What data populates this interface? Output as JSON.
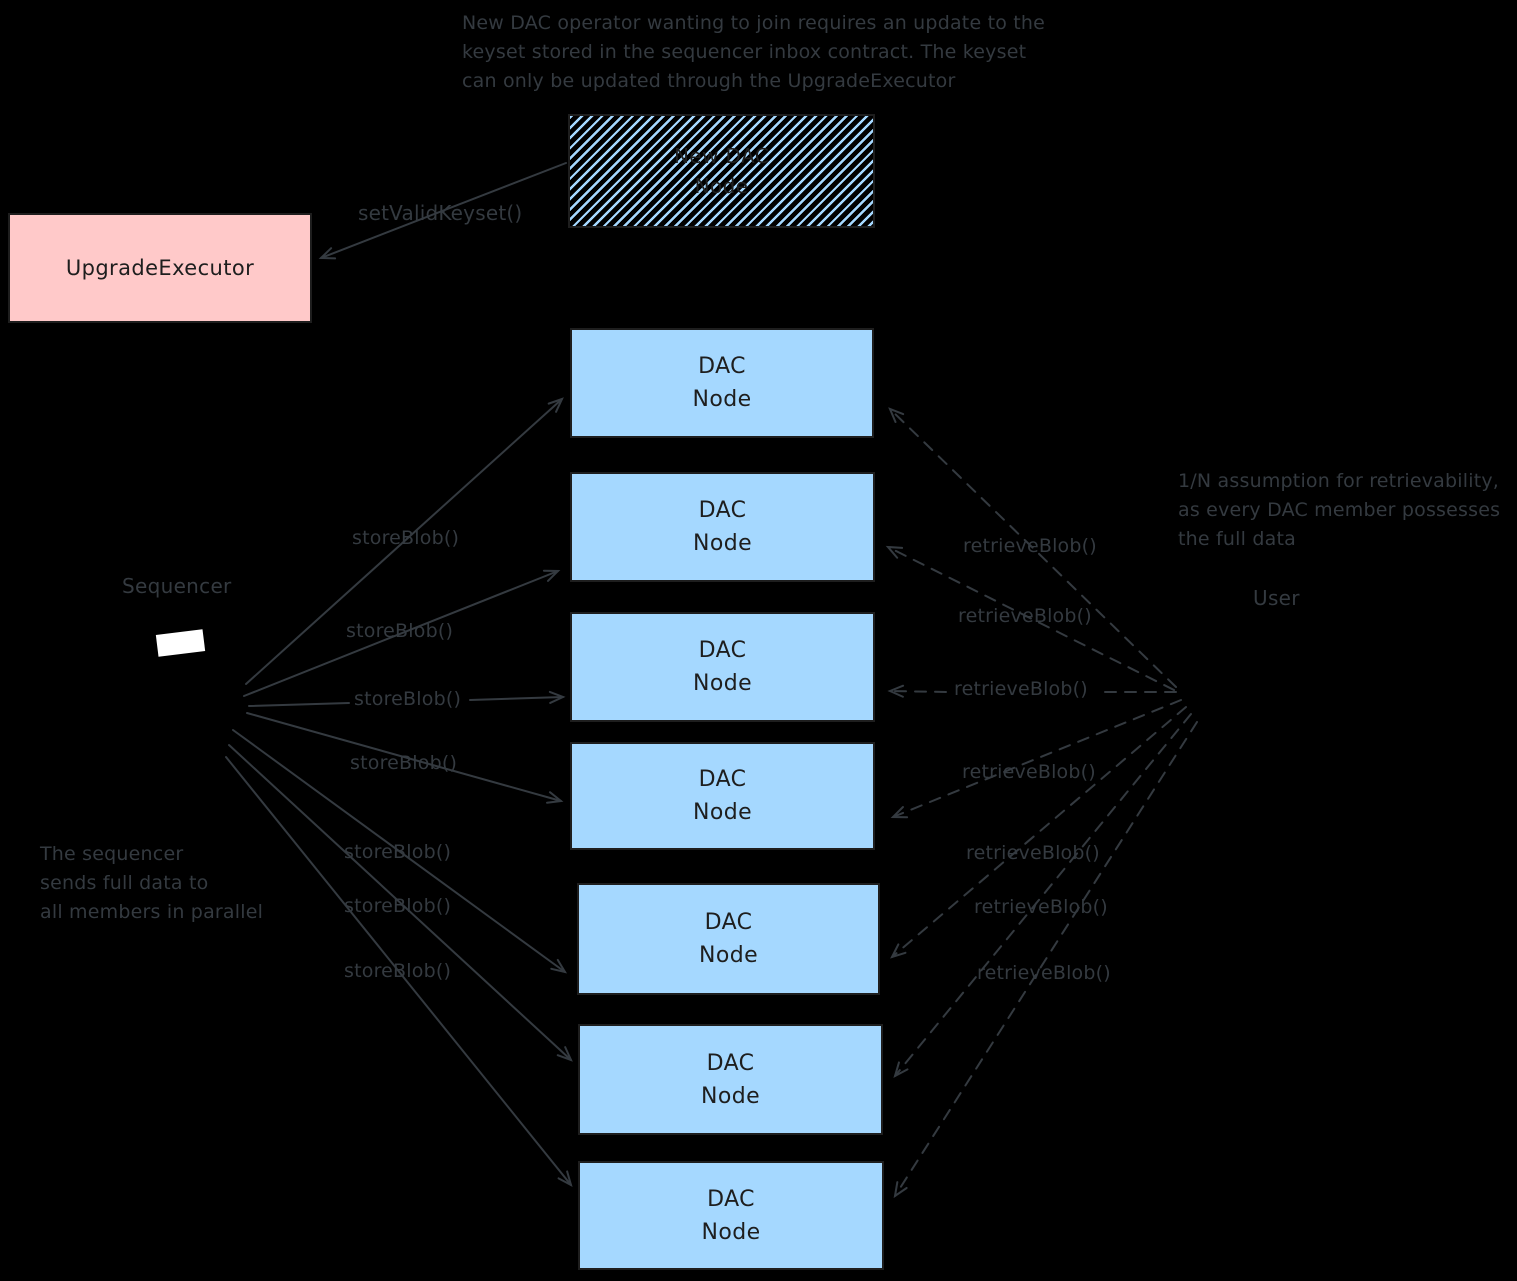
{
  "colors": {
    "background": "#000000",
    "ink": "#343a40",
    "box_stroke": "#1e1e1e",
    "dac_node_fill": "#a5d8ff",
    "upgrade_executor_fill": "#ffc9c9",
    "new_dac_node_hatch": "#a5d8ff",
    "sequencer_shape_fill": "#ffffff"
  },
  "notes": {
    "top": "New DAC operator wanting to join requires an update to the\nkeyset stored in the sequencer inbox contract. The keyset\ncan only be updated through the UpgradeExecutor",
    "sequencer_side": "The sequencer\nsends full data to\nall members in parallel",
    "user_side": "1/N assumption for retrievability,\nas every DAC member possesses\nthe full data"
  },
  "actors": {
    "sequencer": "Sequencer",
    "user": "User"
  },
  "boxes": {
    "upgrade_executor": "UpgradeExecutor",
    "new_dac_node": "New DAC\nNode",
    "dac_nodes": [
      "DAC\nNode",
      "DAC\nNode",
      "DAC\nNode",
      "DAC\nNode",
      "DAC\nNode",
      "DAC\nNode",
      "DAC\nNode"
    ]
  },
  "edges": {
    "set_valid_keyset": "setValidKeyset()",
    "store_labels": [
      "storeBlob()",
      "storeBlob()",
      "storeBlob()",
      "storeBlob()",
      "storeBlob()",
      "storeBlob()",
      "storeBlob()"
    ],
    "retrieve_labels": [
      "retrieveBlob()",
      "retrieveBlob()",
      "retrieveBlob()",
      "retrieveBlob()",
      "retrieveBlob()",
      "retrieveBlob()",
      "retrieveBlob()"
    ]
  }
}
